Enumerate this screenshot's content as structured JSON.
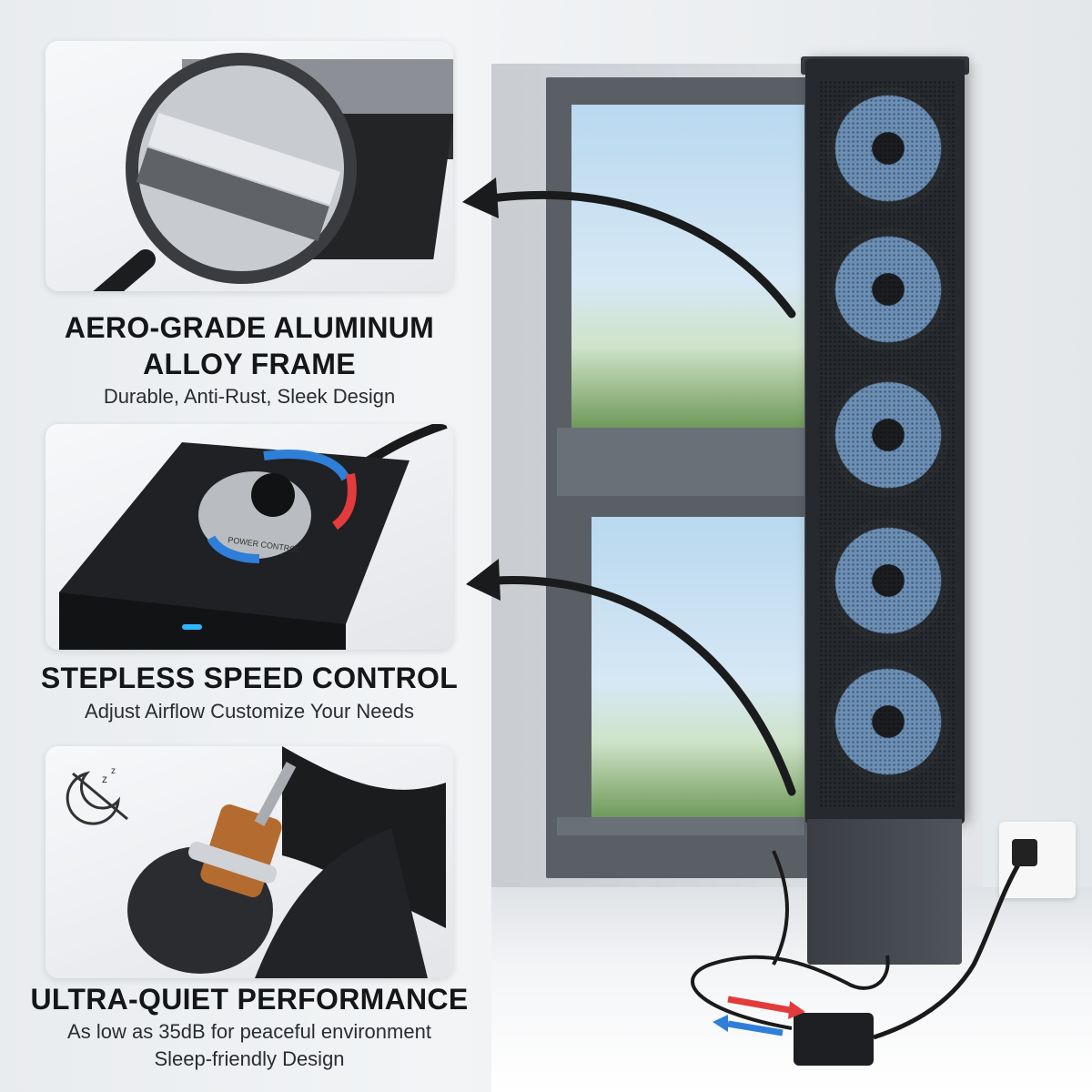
{
  "features": [
    {
      "title_line1": "AERO-GRADE ALUMINUM",
      "title_line2": "ALLOY FRAME",
      "subtitle": "Durable, Anti-Rust, Sleek Design"
    },
    {
      "title_line1": "STEPLESS SPEED CONTROL",
      "subtitle": "Adjust Airflow Customize Your Needs",
      "dial_label": "POWER CONTROL"
    },
    {
      "title_line1": "ULTRA-QUIET PERFORMANCE",
      "subtitle": "As low as 35dB for peaceful environment",
      "subtitle_line2": "Sleep-friendly Design"
    }
  ],
  "icons": {
    "magnifier": "magnifying-glass-icon",
    "sleep": "moon-sleep-icon",
    "arrow": "curved-arrow-icon"
  },
  "colors": {
    "fan_blade": "#6b8fb5",
    "arrow_red": "#e23b3b",
    "arrow_blue": "#2f7fd8",
    "text_dark": "#151618"
  }
}
